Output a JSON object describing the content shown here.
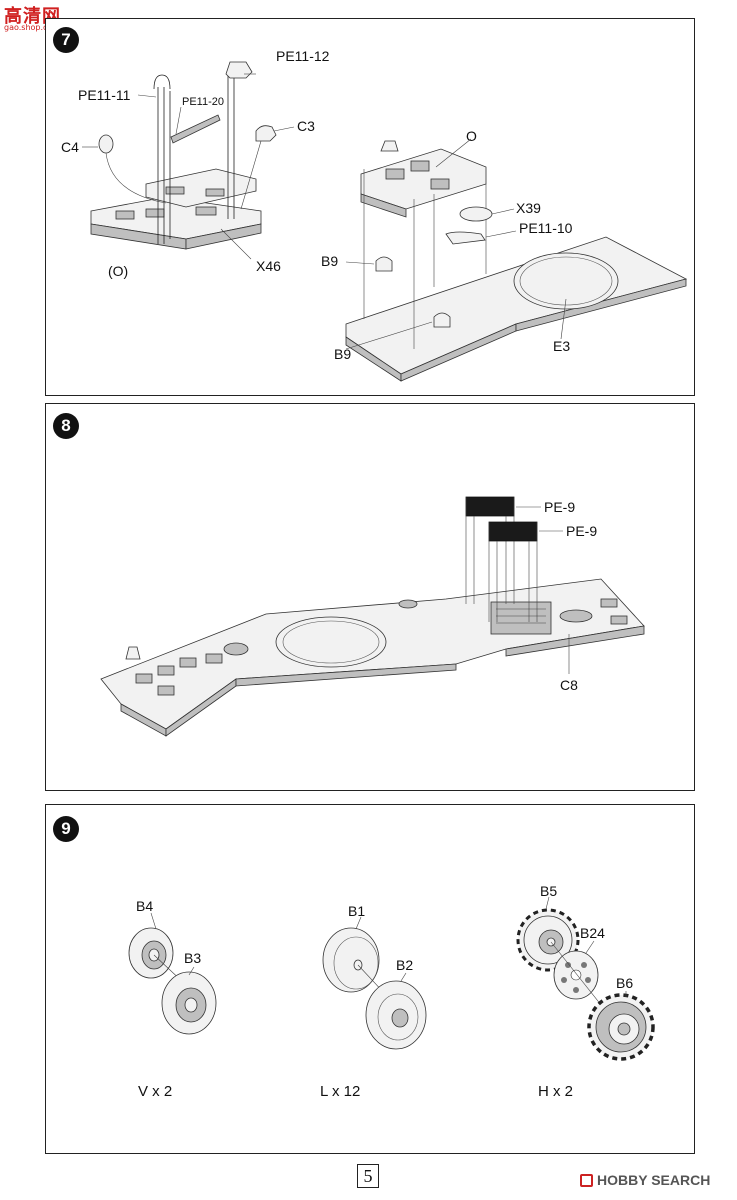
{
  "watermark_logo": {
    "main": "高清网",
    "sub": "gao.shop.com"
  },
  "steps": [
    {
      "number": "7",
      "labels": {
        "pe11_11": "PE11-11",
        "pe11_20": "PE11-20",
        "pe11_12": "PE11-12",
        "c4": "C4",
        "c3": "C3",
        "x46": "X46",
        "o_paren": "(O)",
        "o": "O",
        "x39": "X39",
        "pe11_10": "PE11-10",
        "b9_top": "B9",
        "b9_bottom": "B9",
        "e3": "E3"
      }
    },
    {
      "number": "8",
      "labels": {
        "pe9_a": "PE-9",
        "pe9_b": "PE-9",
        "c8": "C8"
      }
    },
    {
      "number": "9",
      "labels": {
        "b4": "B4",
        "b3": "B3",
        "b1": "B1",
        "b2": "B2",
        "b5": "B5",
        "b24": "B24",
        "b6": "B6"
      },
      "quantities": {
        "v": "V x 2",
        "l": "L x 12",
        "h": "H x 2"
      }
    }
  ],
  "page_number": "5",
  "footer_watermark": "HOBBY SEARCH"
}
